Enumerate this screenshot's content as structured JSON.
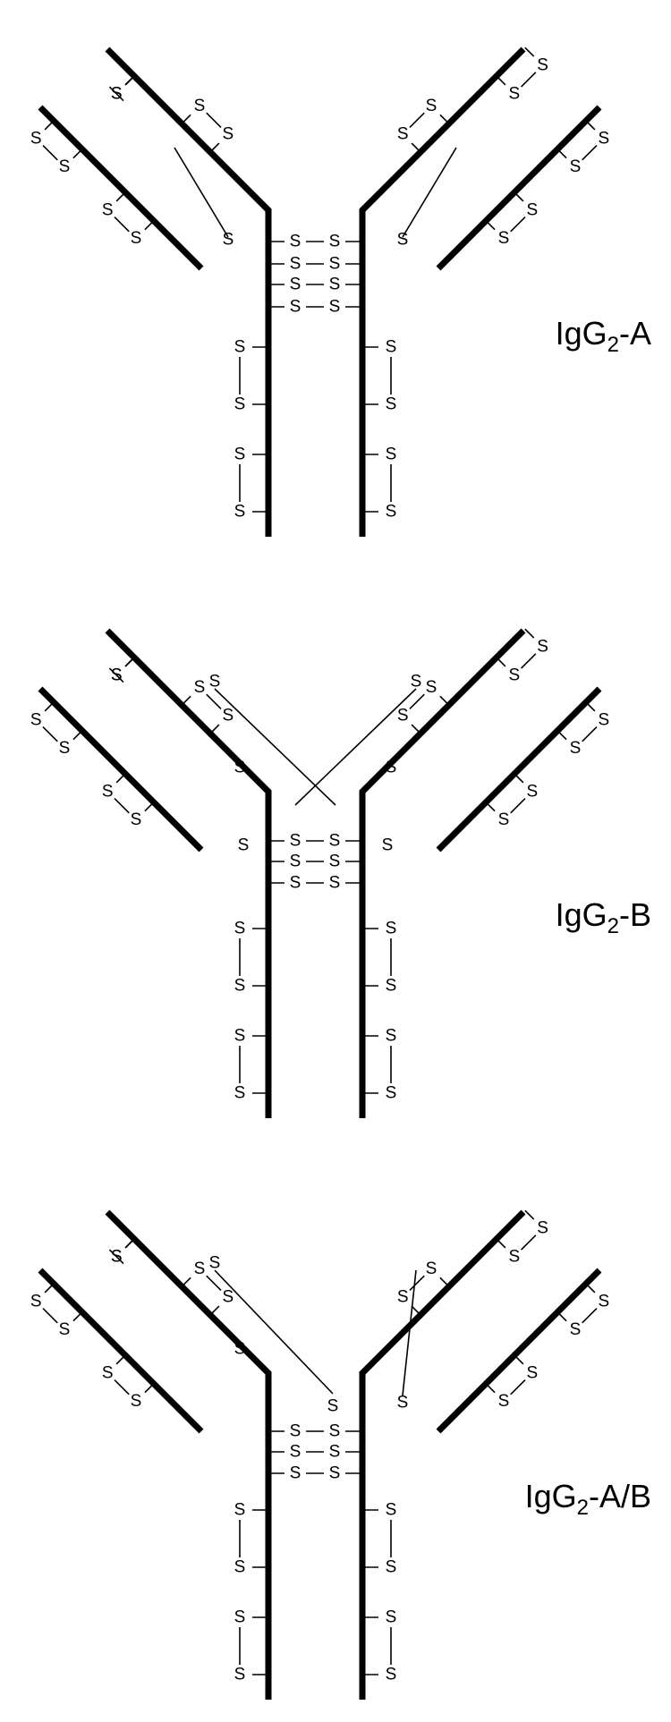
{
  "sulfur_symbol": "S",
  "panels": [
    {
      "id": "igg2-a",
      "label_main": "IgG",
      "label_subscript": "2",
      "label_suffix": "-A"
    },
    {
      "id": "igg2-b",
      "label_main": "IgG",
      "label_subscript": "2",
      "label_suffix": "-B"
    },
    {
      "id": "igg2-ab",
      "label_main": "IgG",
      "label_subscript": "2",
      "label_suffix": "-A/B"
    }
  ]
}
